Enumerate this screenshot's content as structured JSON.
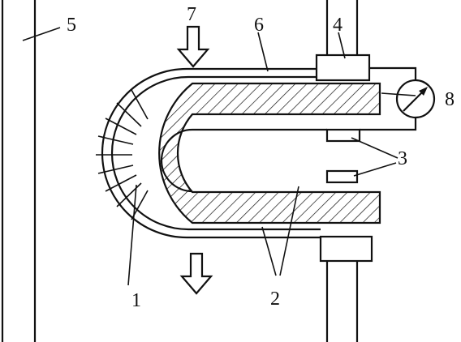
{
  "labels": {
    "l1": "1",
    "l2": "2",
    "l3": "3",
    "l4": "4",
    "l5": "5",
    "l6": "6",
    "l7": "7",
    "l8": "8"
  },
  "colors": {
    "stroke": "#111111",
    "background": "#ffffff"
  }
}
